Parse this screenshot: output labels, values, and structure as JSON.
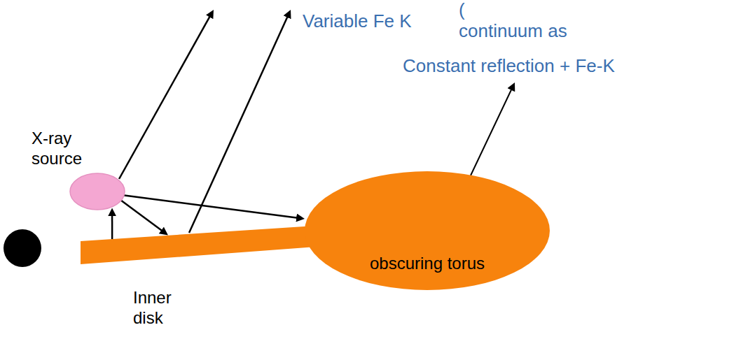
{
  "diagram": {
    "nodes": [
      {
        "text": [
          "X-ray source"
        ]
      },
      {
        "text": [
          "Inner disk"
        ]
      },
      {
        "text": [
          "obscuring torus"
        ]
      }
    ],
    "edges": [
      {
        "from": 0,
        "to": 1,
        "arrow": "to"
      },
      {
        "from": 1,
        "to": 0,
        "arrow": "to"
      },
      {
        "from": 0,
        "to": 2,
        "arrow": "to"
      }
    ],
    "labels": [
      "Variable Fe K",
      "(",
      "continuum as",
      "Constant reflection + Fe-K"
    ]
  }
}
